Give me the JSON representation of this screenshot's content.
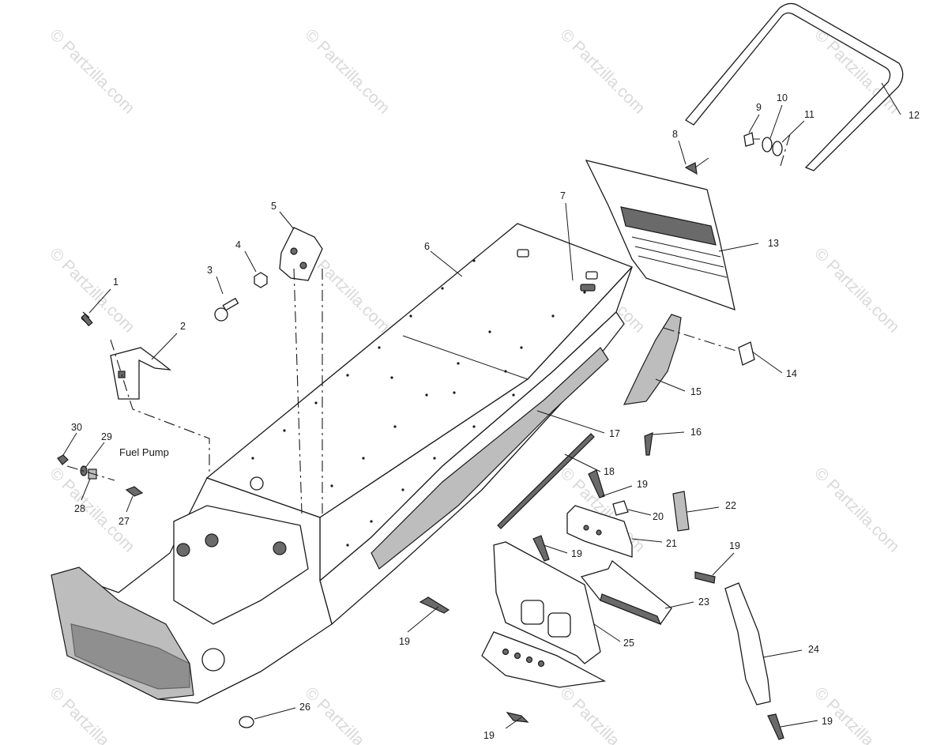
{
  "watermark": {
    "text": "© Partzilla.com",
    "color": "#d9d9d9"
  },
  "fuel_pump_label": "Fuel Pump",
  "callouts": [
    {
      "number": "1"
    },
    {
      "number": "2"
    },
    {
      "number": "3"
    },
    {
      "number": "4"
    },
    {
      "number": "5"
    },
    {
      "number": "6"
    },
    {
      "number": "7"
    },
    {
      "number": "8"
    },
    {
      "number": "9"
    },
    {
      "number": "10"
    },
    {
      "number": "11"
    },
    {
      "number": "12"
    },
    {
      "number": "13"
    },
    {
      "number": "14"
    },
    {
      "number": "15"
    },
    {
      "number": "16"
    },
    {
      "number": "17"
    },
    {
      "number": "18"
    },
    {
      "number": "19"
    },
    {
      "number": "19"
    },
    {
      "number": "19"
    },
    {
      "number": "19"
    },
    {
      "number": "19"
    },
    {
      "number": "19"
    },
    {
      "number": "20"
    },
    {
      "number": "21"
    },
    {
      "number": "22"
    },
    {
      "number": "23"
    },
    {
      "number": "24"
    },
    {
      "number": "25"
    },
    {
      "number": "26"
    },
    {
      "number": "27"
    },
    {
      "number": "28"
    },
    {
      "number": "29"
    },
    {
      "number": "30"
    }
  ]
}
